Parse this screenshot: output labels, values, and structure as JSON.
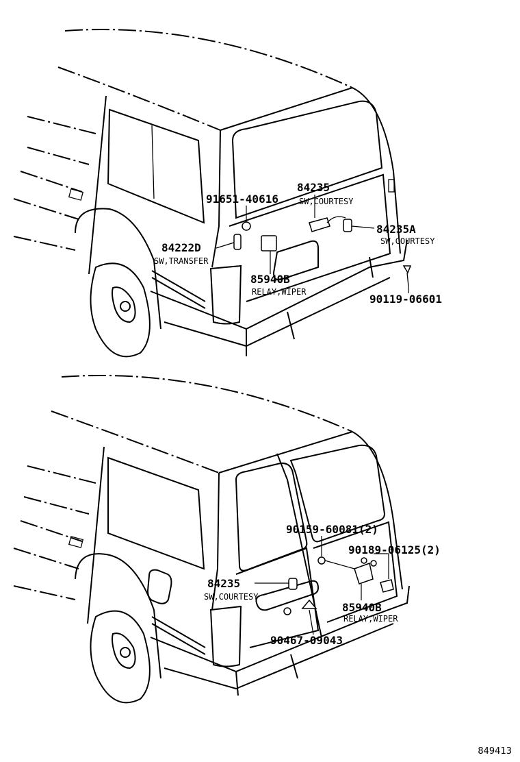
{
  "diagram_id": "849413",
  "views": [
    {
      "name": "rear-view-top",
      "labels": [
        {
          "part_no": "84235",
          "desc": "SW,COURTESY"
        },
        {
          "part_no": "91651-40616",
          "desc": ""
        },
        {
          "part_no": "84235A",
          "desc": "SW,COURTESY"
        },
        {
          "part_no": "84222D",
          "desc": "SW,TRANSFER"
        },
        {
          "part_no": "85940B",
          "desc": "RELAY,WIPER"
        },
        {
          "part_no": "90119-06601",
          "desc": ""
        }
      ]
    },
    {
      "name": "rear-view-bottom",
      "labels": [
        {
          "part_no": "90159-60081(2)",
          "desc": ""
        },
        {
          "part_no": "90189-06125(2)",
          "desc": ""
        },
        {
          "part_no": "84235",
          "desc": "SW,COURTESY"
        },
        {
          "part_no": "85940B",
          "desc": "RELAY,WIPER"
        },
        {
          "part_no": "90467-09043",
          "desc": ""
        }
      ]
    }
  ]
}
